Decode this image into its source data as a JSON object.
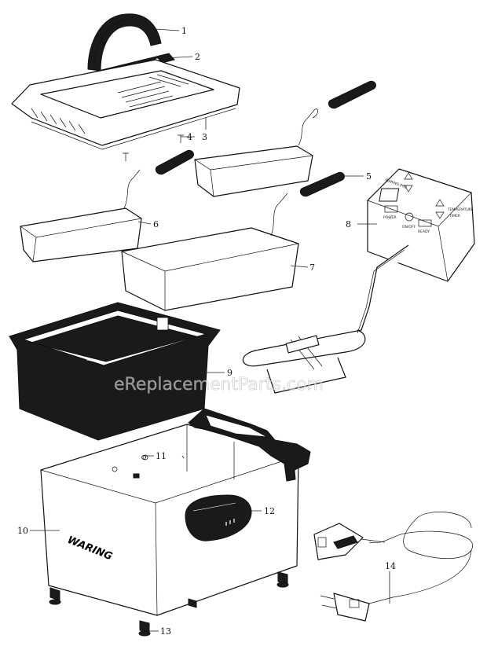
{
  "callouts": [
    {
      "id": "1",
      "label": "1"
    },
    {
      "id": "2",
      "label": "2"
    },
    {
      "id": "3",
      "label": "3"
    },
    {
      "id": "4",
      "label": "4"
    },
    {
      "id": "5",
      "label": "5"
    },
    {
      "id": "6",
      "label": "6"
    },
    {
      "id": "7",
      "label": "7"
    },
    {
      "id": "8",
      "label": "8"
    },
    {
      "id": "9",
      "label": "9"
    },
    {
      "id": "10",
      "label": "10"
    },
    {
      "id": "11",
      "label": "11"
    },
    {
      "id": "12",
      "label": "12"
    },
    {
      "id": "13",
      "label": "13"
    },
    {
      "id": "14",
      "label": "14"
    }
  ],
  "branding": {
    "housing_logo": "WARING",
    "control_logo": "WARING PRO"
  },
  "control_panel": {
    "power_label": "POWER",
    "onoff_label": "ON/OFF",
    "ready_label": "READY",
    "temp_label": "TEMPERATURE",
    "timer_label": "TIMER"
  },
  "watermark": "eReplacementParts.com"
}
